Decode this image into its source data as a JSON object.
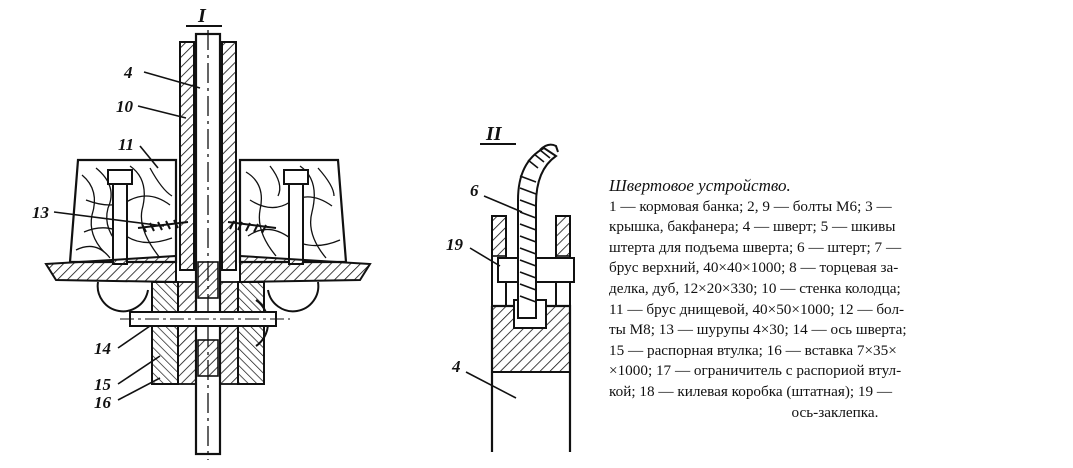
{
  "figure_left": {
    "section_label": "I",
    "callouts": [
      "4",
      "10",
      "11",
      "13",
      "14",
      "15",
      "16"
    ]
  },
  "figure_right": {
    "section_label": "II",
    "callouts": [
      "6",
      "19",
      "4"
    ]
  },
  "caption": {
    "title": "Швертовое устройство.",
    "lines": [
      "1 — кормовая банка; 2, 9 — болты М6; 3 —",
      "крышка, бакфанера; 4 — шверт; 5 — шкивы",
      "штерта для подъема шверта; 6 — штерт; 7 —",
      "брус верхний, 40×40×1000; 8 — торцевая за-",
      "делка, дуб, 12×20×330; 10 — стенка колодца;",
      "11 — брус днищевой, 40×50×1000; 12 — бол-",
      "ты М8; 13 — шурупы 4×30; 14 — ось шверта;",
      "15 — распорная втулка; 16 — вставка 7×35×",
      "×1000; 17 — ограничитель с распориой втул-",
      "кой; 18 — килевая коробка (штатная); 19 —",
      "ось-заклепка."
    ]
  }
}
